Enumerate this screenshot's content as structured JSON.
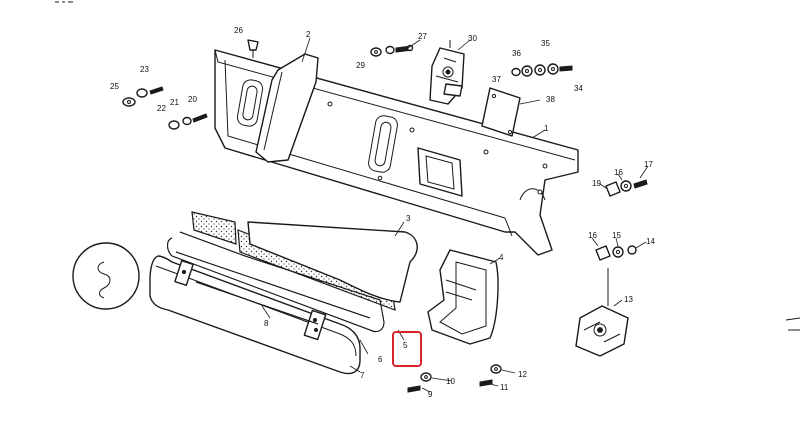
{
  "diagram": {
    "highlight_color": "#d6262b",
    "callouts": [
      {
        "id": "c1",
        "text": "1"
      },
      {
        "id": "c2",
        "text": "2"
      },
      {
        "id": "c3",
        "text": "3"
      },
      {
        "id": "c4",
        "text": "4"
      },
      {
        "id": "c5",
        "text": "5"
      },
      {
        "id": "c6",
        "text": "6"
      },
      {
        "id": "c7",
        "text": "7"
      },
      {
        "id": "c8",
        "text": "8"
      },
      {
        "id": "c9",
        "text": "9"
      },
      {
        "id": "c10",
        "text": "10"
      },
      {
        "id": "c11",
        "text": "11"
      },
      {
        "id": "c12",
        "text": "12"
      },
      {
        "id": "c13",
        "text": "13"
      },
      {
        "id": "c14",
        "text": "14"
      },
      {
        "id": "c15",
        "text": "15"
      },
      {
        "id": "c16a",
        "text": "16"
      },
      {
        "id": "c16b",
        "text": "16"
      },
      {
        "id": "c17",
        "text": "17"
      },
      {
        "id": "c19",
        "text": "19"
      },
      {
        "id": "c20",
        "text": "20"
      },
      {
        "id": "c21",
        "text": "21"
      },
      {
        "id": "c22",
        "text": "22"
      },
      {
        "id": "c23",
        "text": "23"
      },
      {
        "id": "c25",
        "text": "25"
      },
      {
        "id": "c26",
        "text": "26"
      },
      {
        "id": "c27",
        "text": "27"
      },
      {
        "id": "c29",
        "text": "29"
      },
      {
        "id": "c30",
        "text": "30"
      },
      {
        "id": "c34",
        "text": "34"
      },
      {
        "id": "c35",
        "text": "35"
      },
      {
        "id": "c36",
        "text": "36"
      },
      {
        "id": "c37",
        "text": "37"
      },
      {
        "id": "c38",
        "text": "38"
      }
    ]
  }
}
